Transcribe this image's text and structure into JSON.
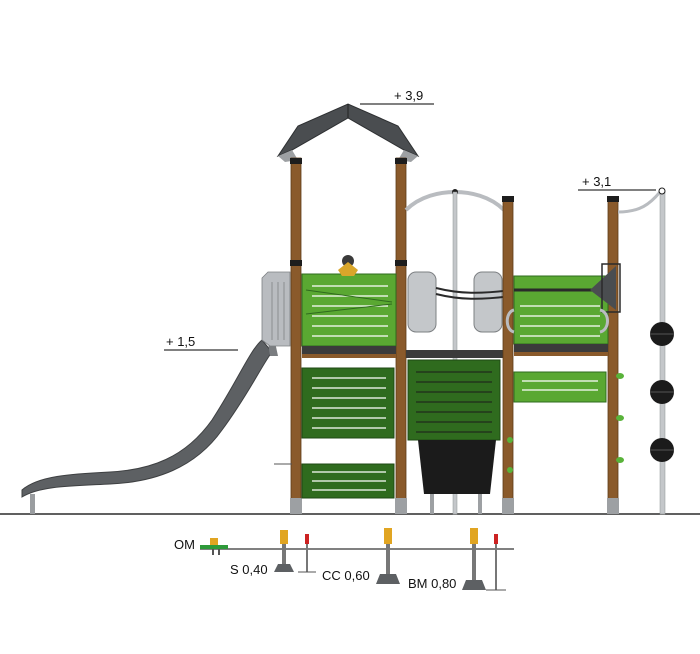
{
  "heights": {
    "roof": "+ 3,9",
    "right_tower": "+ 3,1",
    "slide": "+ 1,5"
  },
  "foundations": {
    "om": "OM",
    "s": "S 0,40",
    "cc": "CC 0,60",
    "bm": "BM 0,80"
  },
  "colors": {
    "post": "#8a5a2b",
    "panel_green": "#5aa832",
    "panel_dark_green": "#2f6b1e",
    "roof": "#4a4d50",
    "steel": "#b9bcc0",
    "slide": "#5d6063",
    "ground": "#000000",
    "climber_ball": "#1b1b1b",
    "holds": "#59b33a"
  }
}
